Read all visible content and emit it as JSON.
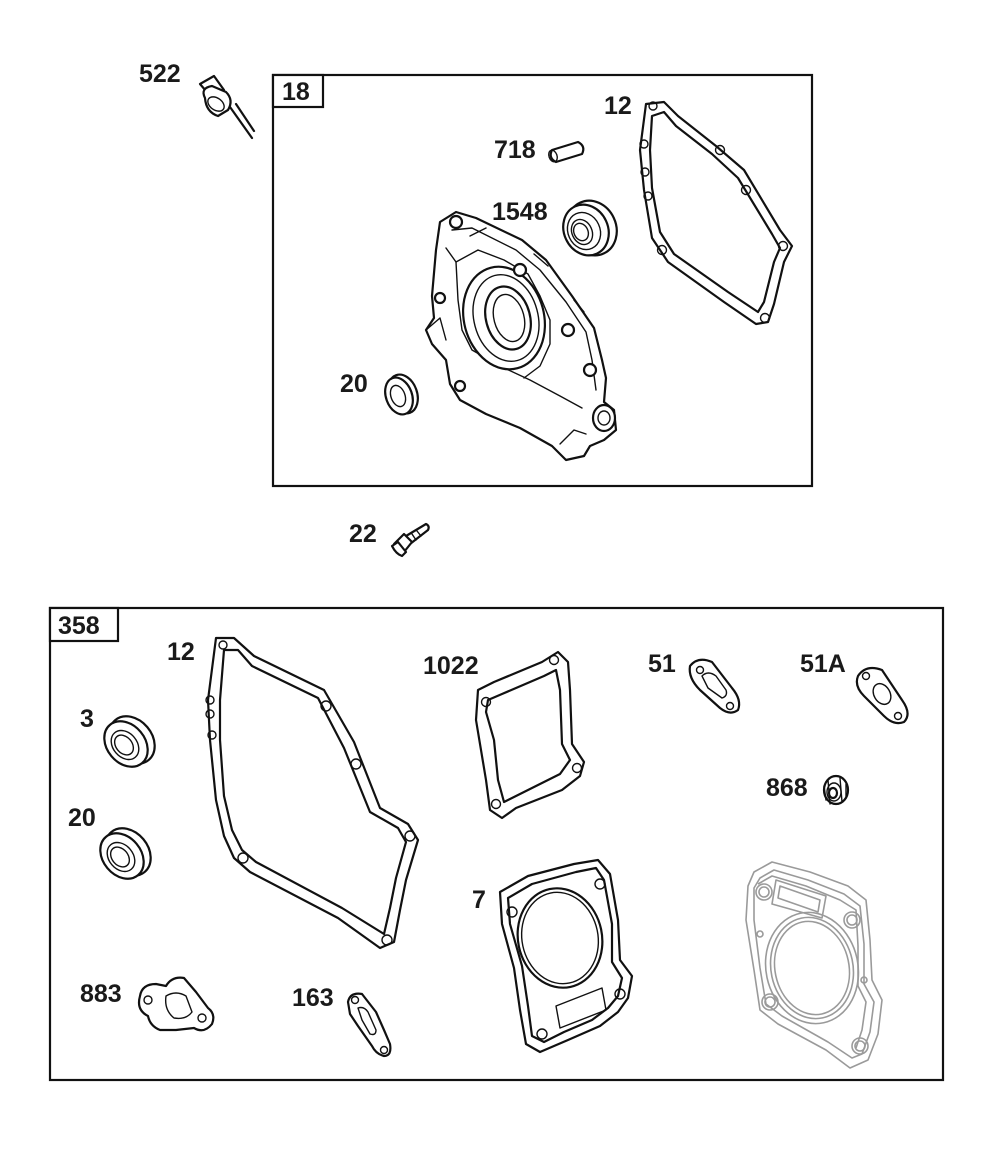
{
  "assemblies": {
    "crankcase_cover": "18",
    "gasket_set": "358"
  },
  "parts": {
    "p522": "522",
    "p12_top": "12",
    "p718": "718",
    "p1548": "1548",
    "p20_top": "20",
    "p22": "22",
    "p12_bottom": "12",
    "p1022": "1022",
    "p51": "51",
    "p51a": "51A",
    "p3": "3",
    "p868": "868",
    "p20_bottom": "20",
    "p7": "7",
    "p883": "883",
    "p163": "163"
  }
}
